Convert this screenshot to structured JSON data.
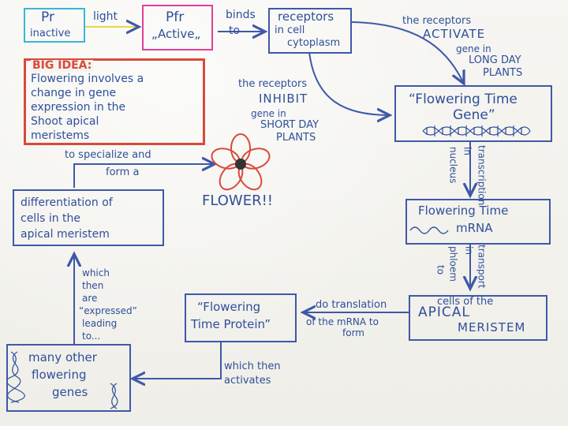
{
  "pr_box": {
    "line1": "Pr",
    "line2": "inactive"
  },
  "light_label": "light",
  "pfr_box": {
    "line1": "Pfr",
    "line2": "„Active„"
  },
  "binds_label": {
    "line1": "binds",
    "line2": "to"
  },
  "receptors_box": {
    "line1": "receptors",
    "line2": "in cell",
    "line3": "cytoplasm"
  },
  "activate_note": {
    "line1": "the receptors",
    "line2": "ACTIVATE",
    "line3": "gene in",
    "line4": "LONG DAY",
    "line5": "PLANTS"
  },
  "big_idea": {
    "title": "BIG IDEA:",
    "line1": "Flowering involves a",
    "line2": "change in gene",
    "line3": "expression in the",
    "line4": "Shoot apical",
    "line5": "meristems"
  },
  "inhibit_note": {
    "line1": "the receptors",
    "line2": "INHIBIT",
    "line3": "gene in",
    "line4": "SHORT DAY",
    "line5": "PLANTS"
  },
  "flowering_gene_box": {
    "line1": "“Flowering Time",
    "line2": "Gene”"
  },
  "transcription_label": {
    "line1": "transcription",
    "line2": "in",
    "line3": "nucleus"
  },
  "specialize_note": {
    "line1": "to specialize and",
    "line2": "form a"
  },
  "flower_label": "FLOWER!!",
  "differentiation_box": {
    "line1": "differentiation of",
    "line2": "cells in the",
    "line3": "apical meristem"
  },
  "mrna_box": {
    "line1": "Flowering Time",
    "line2": "mRNA"
  },
  "transport_label": {
    "line1": "transport",
    "line2": "in",
    "line3": "phloem",
    "line4": "to"
  },
  "expressed_note": {
    "line1": "which",
    "line2": "then",
    "line3": "are",
    "line4": "“expressed”",
    "line5": "leading",
    "line6": "to..."
  },
  "protein_box": {
    "line1": "“Flowering",
    "line2": "Time Protein”"
  },
  "translation_note": {
    "line1": "do translation",
    "line2": "of the mRNA to",
    "line3": "form"
  },
  "meristem_box": {
    "line1": "cells of the",
    "line2": "APICAL",
    "line3": "MERISTEM"
  },
  "genes_box": {
    "line1": "many other",
    "line2": "flowering",
    "line3": "genes"
  },
  "activates_note": {
    "line1": "which then",
    "line2": "activates"
  },
  "colors": {
    "ink": "#2f4f9a",
    "cyan": "#38b6d8",
    "magenta": "#e0409a",
    "red": "#d94a3a",
    "yellow": "#f0e86a"
  }
}
